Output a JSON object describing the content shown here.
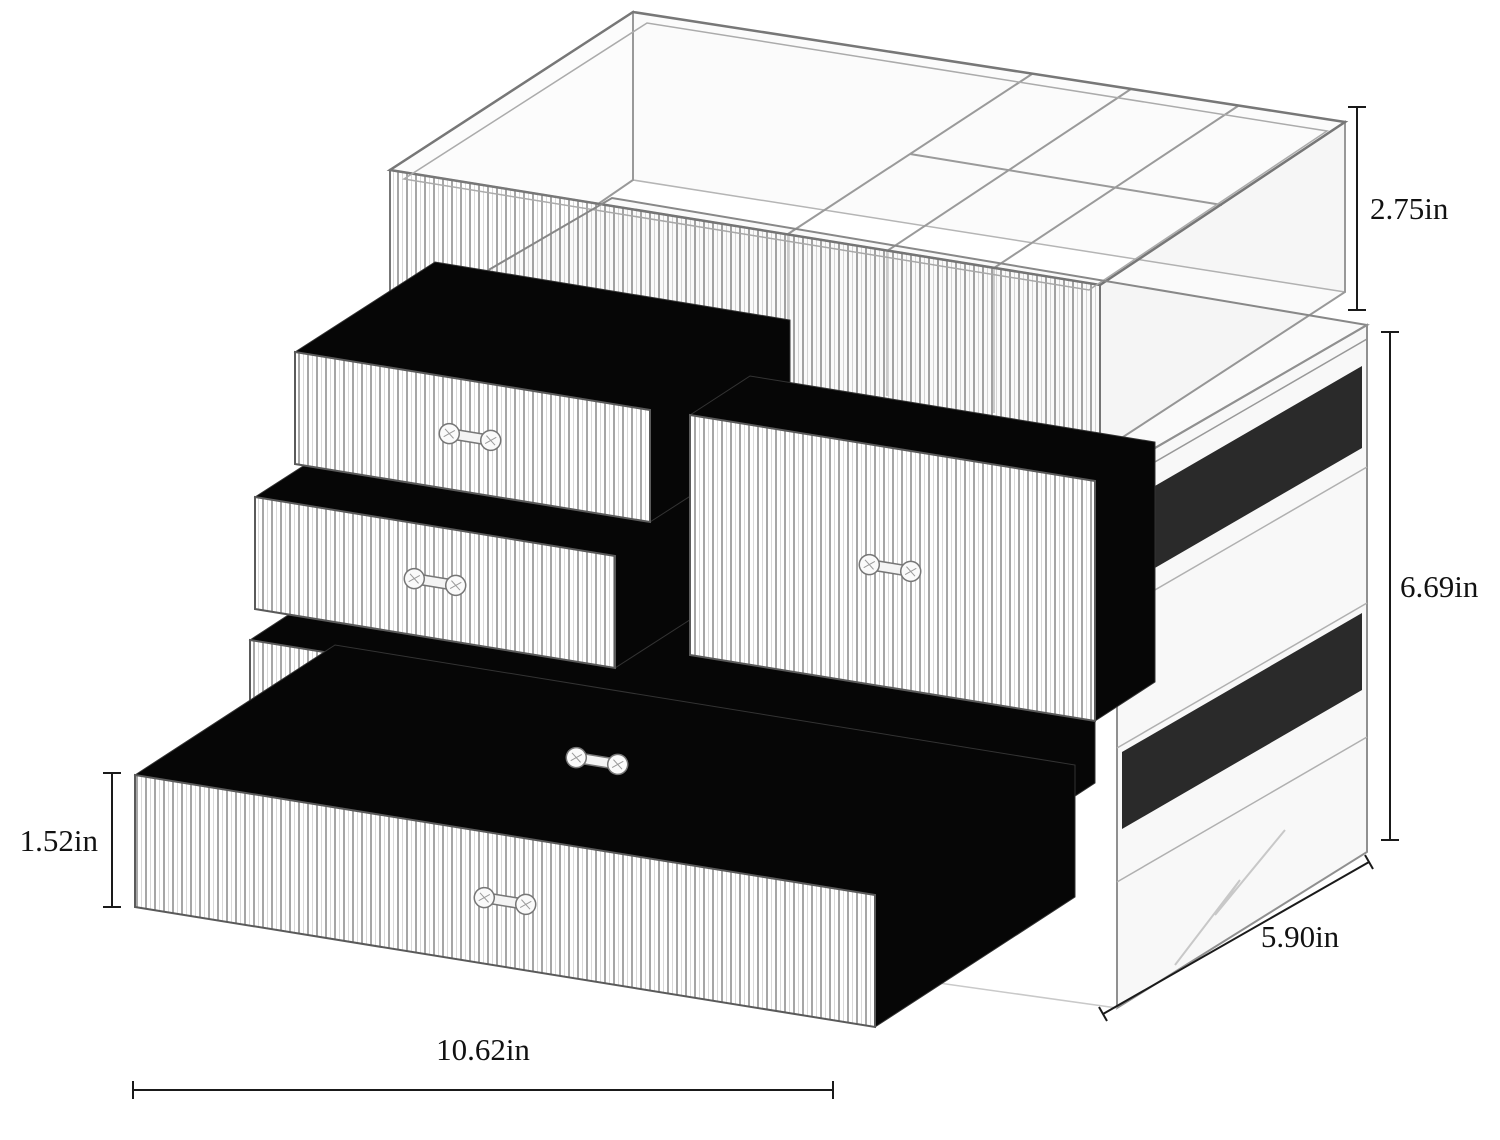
{
  "diagram": {
    "background_color": "#ffffff",
    "line_color": "#1a1a1a",
    "drawer_interior_color": "#060606",
    "subject": "clear-acrylic-makeup-organizer-with-drawers",
    "dimensions": {
      "top_section_height": "2.75in",
      "main_section_height": "6.69in",
      "bottom_drawer_height": "1.52in",
      "width": "10.62in",
      "depth": "5.90in"
    }
  }
}
